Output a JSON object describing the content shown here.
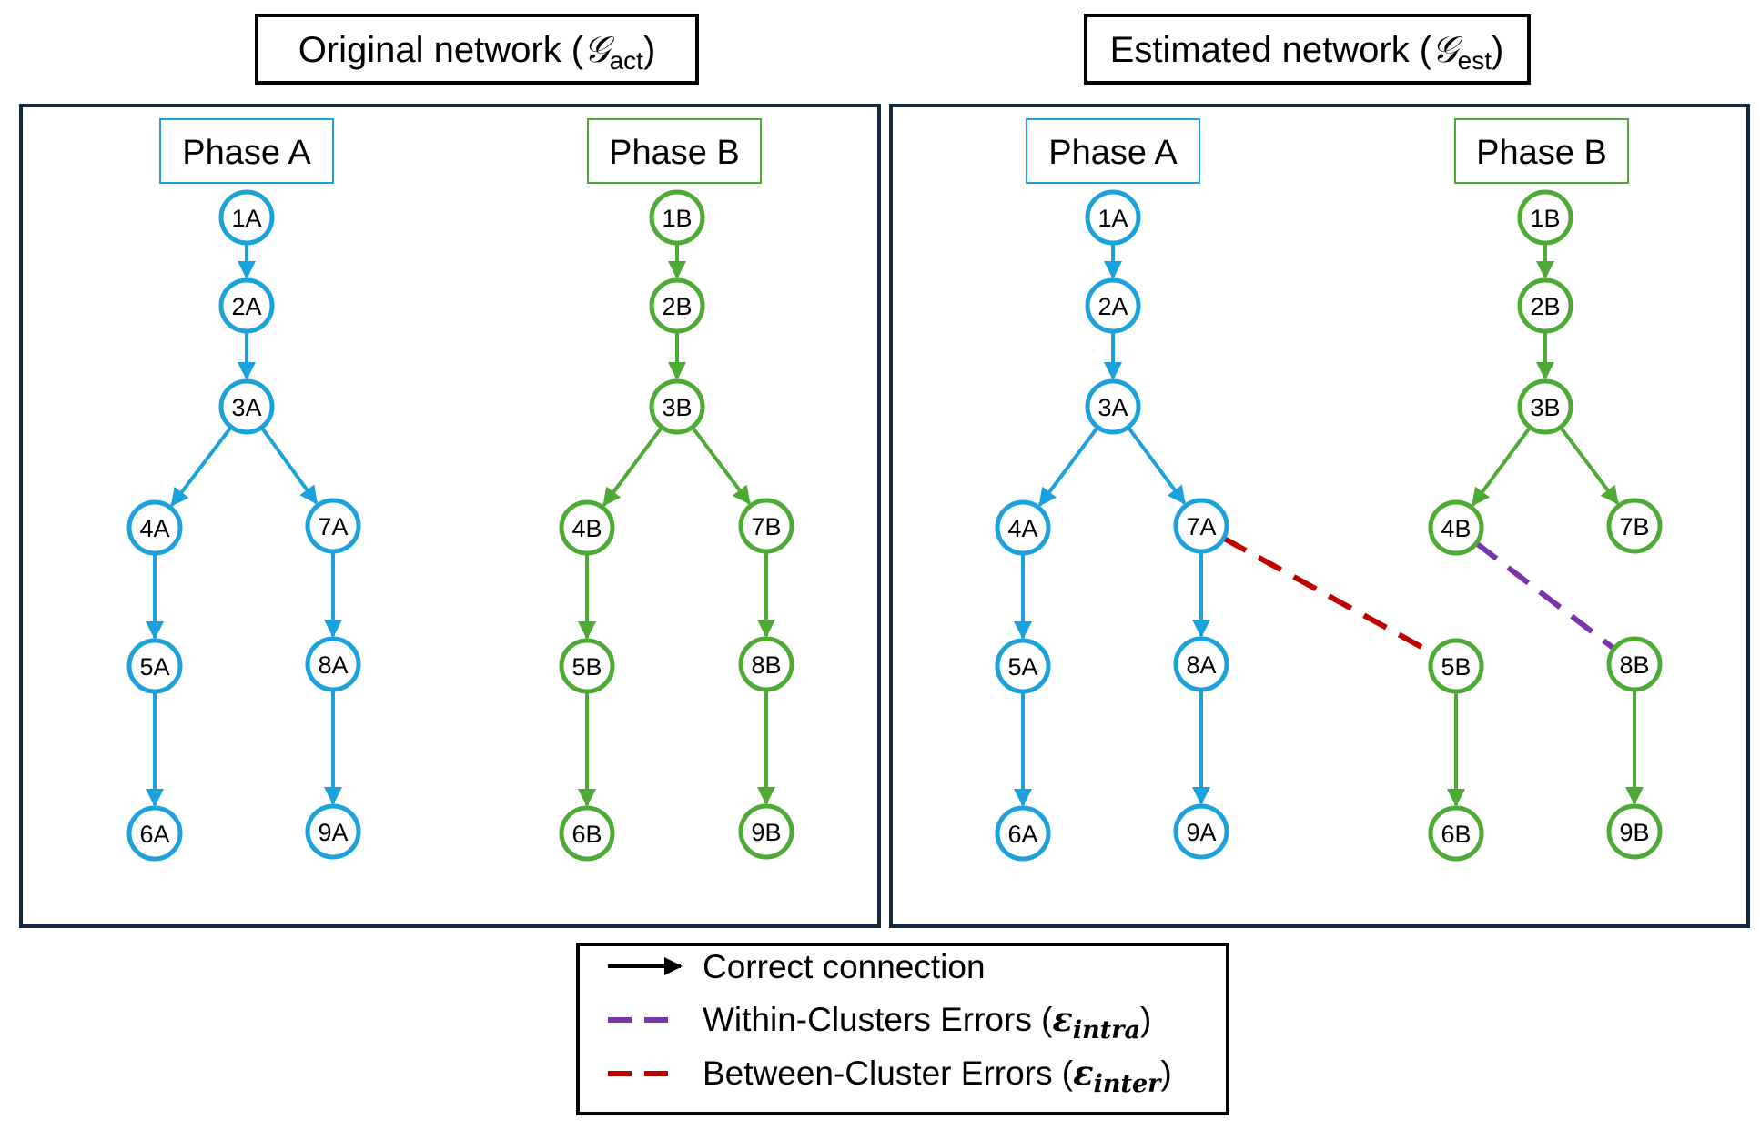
{
  "titles": {
    "original": {
      "prefix": "Original network (",
      "symbol": "𝒢",
      "sub": "act",
      "suffix": ")"
    },
    "estimated": {
      "prefix": "Estimated network (",
      "symbol": "𝒢",
      "sub": "est",
      "suffix": ")"
    }
  },
  "phase_labels": {
    "a": "Phase A",
    "b": "Phase B"
  },
  "colors": {
    "phase_a": "#1ba1db",
    "phase_b": "#4daa35",
    "frame": "#13293d",
    "intra_error": "#7a35aa",
    "inter_error": "#c00000",
    "correct": "#000000"
  },
  "original_network": {
    "nodes": [
      "1A",
      "2A",
      "3A",
      "4A",
      "5A",
      "6A",
      "7A",
      "8A",
      "9A",
      "1B",
      "2B",
      "3B",
      "4B",
      "5B",
      "6B",
      "7B",
      "8B",
      "9B"
    ],
    "edges": [
      [
        "1A",
        "2A"
      ],
      [
        "2A",
        "3A"
      ],
      [
        "3A",
        "4A"
      ],
      [
        "3A",
        "7A"
      ],
      [
        "4A",
        "5A"
      ],
      [
        "5A",
        "6A"
      ],
      [
        "7A",
        "8A"
      ],
      [
        "8A",
        "9A"
      ],
      [
        "1B",
        "2B"
      ],
      [
        "2B",
        "3B"
      ],
      [
        "3B",
        "4B"
      ],
      [
        "3B",
        "7B"
      ],
      [
        "4B",
        "5B"
      ],
      [
        "5B",
        "6B"
      ],
      [
        "7B",
        "8B"
      ],
      [
        "8B",
        "9B"
      ]
    ]
  },
  "estimated_network": {
    "nodes": [
      "1A",
      "2A",
      "3A",
      "4A",
      "5A",
      "6A",
      "7A",
      "8A",
      "9A",
      "1B",
      "2B",
      "3B",
      "4B",
      "5B",
      "6B",
      "7B",
      "8B",
      "9B"
    ],
    "edges": [
      [
        "1A",
        "2A"
      ],
      [
        "2A",
        "3A"
      ],
      [
        "3A",
        "4A"
      ],
      [
        "3A",
        "7A"
      ],
      [
        "4A",
        "5A"
      ],
      [
        "5A",
        "6A"
      ],
      [
        "7A",
        "8A"
      ],
      [
        "8A",
        "9A"
      ],
      [
        "1B",
        "2B"
      ],
      [
        "2B",
        "3B"
      ],
      [
        "3B",
        "4B"
      ],
      [
        "3B",
        "7B"
      ],
      [
        "5B",
        "6B"
      ],
      [
        "8B",
        "9B"
      ]
    ],
    "error_edges": [
      {
        "from": "7A",
        "to": "5B",
        "kind": "inter"
      },
      {
        "from": "4B",
        "to": "8B",
        "kind": "intra"
      }
    ]
  },
  "legend": {
    "correct": "Correct connection",
    "intra": {
      "prefix": "Within-Clusters Errors (",
      "symbol": "ε",
      "sub": "intra",
      "suffix": ")"
    },
    "inter": {
      "prefix": "Between-Cluster Errors (",
      "symbol": "ε",
      "sub": "inter",
      "suffix": ")"
    }
  }
}
